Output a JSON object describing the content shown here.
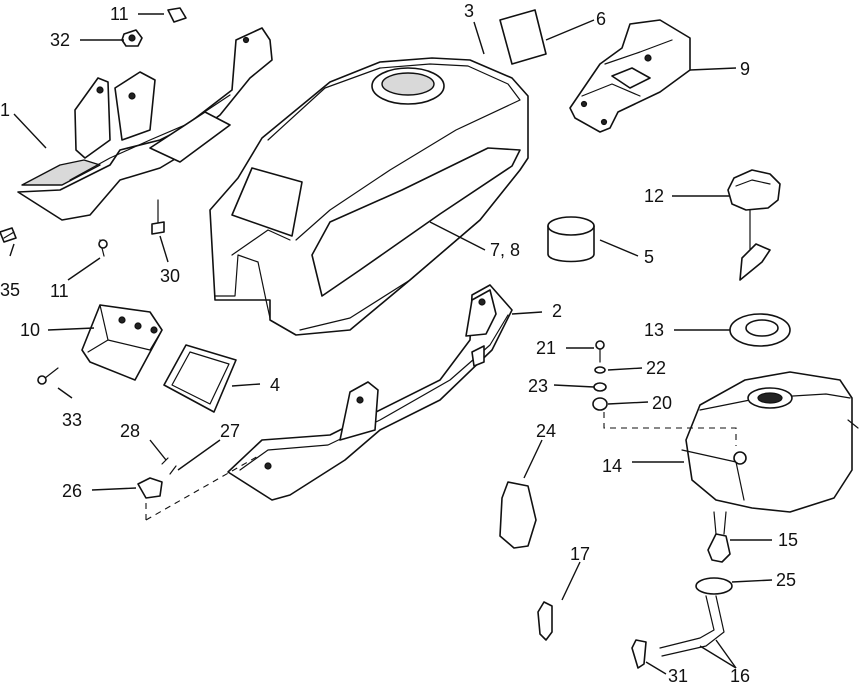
{
  "callouts": {
    "c1": "1",
    "c2": "2",
    "c3": "3",
    "c4": "4",
    "c5": "5",
    "c6": "6",
    "c78": "7, 8",
    "c9": "9",
    "c10": "10",
    "c11a": "11",
    "c11b": "11",
    "c12": "12",
    "c13": "13",
    "c14": "14",
    "c15": "15",
    "c16": "16",
    "c17": "17",
    "c20": "20",
    "c21": "21",
    "c22": "22",
    "c23": "23",
    "c24": "24",
    "c25": "25",
    "c26": "26",
    "c27": "27",
    "c28": "28",
    "c30": "30",
    "c31": "31",
    "c32": "32",
    "c33": "33",
    "c35": "35"
  }
}
